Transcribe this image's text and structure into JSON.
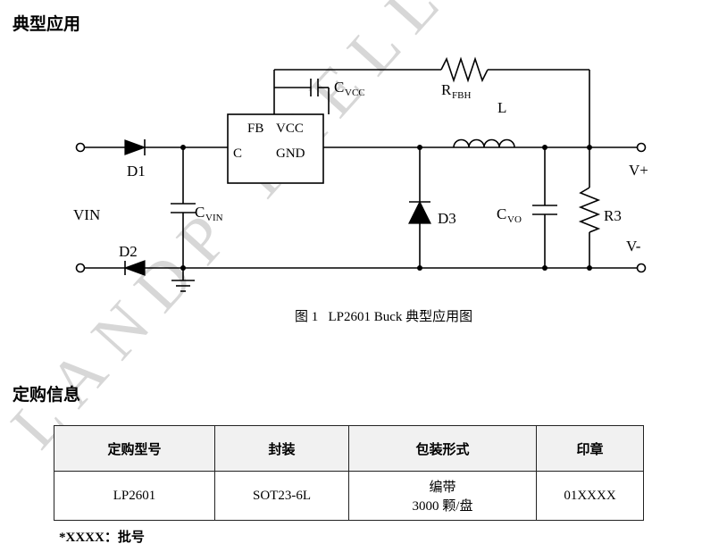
{
  "page": {
    "section_typical_application": "典型应用",
    "section_ordering_info": "定购信息",
    "figure_caption": "图 1   LP2601 Buck 典型应用图",
    "footnote": "*XXXX：批号",
    "watermark": "LANDP TRELL"
  },
  "schematic": {
    "ic": {
      "pin_fb": "FB",
      "pin_vcc": "VCC",
      "pin_c": "C",
      "pin_gnd": "GND"
    },
    "labels": {
      "vin": "VIN",
      "d1": "D1",
      "d2": "D2",
      "d3": "D3",
      "cvin_main": "C",
      "cvin_sub": "VIN",
      "cvcc_main": "C",
      "cvcc_sub": "VCC",
      "rfbh_main": "R",
      "rfbh_sub": "FBH",
      "inductor": "L",
      "cvo_main": "C",
      "cvo_sub": "VO",
      "r3": "R3",
      "vplus": "V+",
      "vminus": "V-"
    }
  },
  "order_table": {
    "headers": [
      "定购型号",
      "封装",
      "包装形式",
      "印章"
    ],
    "row": {
      "model": "LP2601",
      "package": "SOT23-6L",
      "packaging_line1": "编带",
      "packaging_line2": "3000 颗/盘",
      "marking": "01XXXX"
    }
  }
}
